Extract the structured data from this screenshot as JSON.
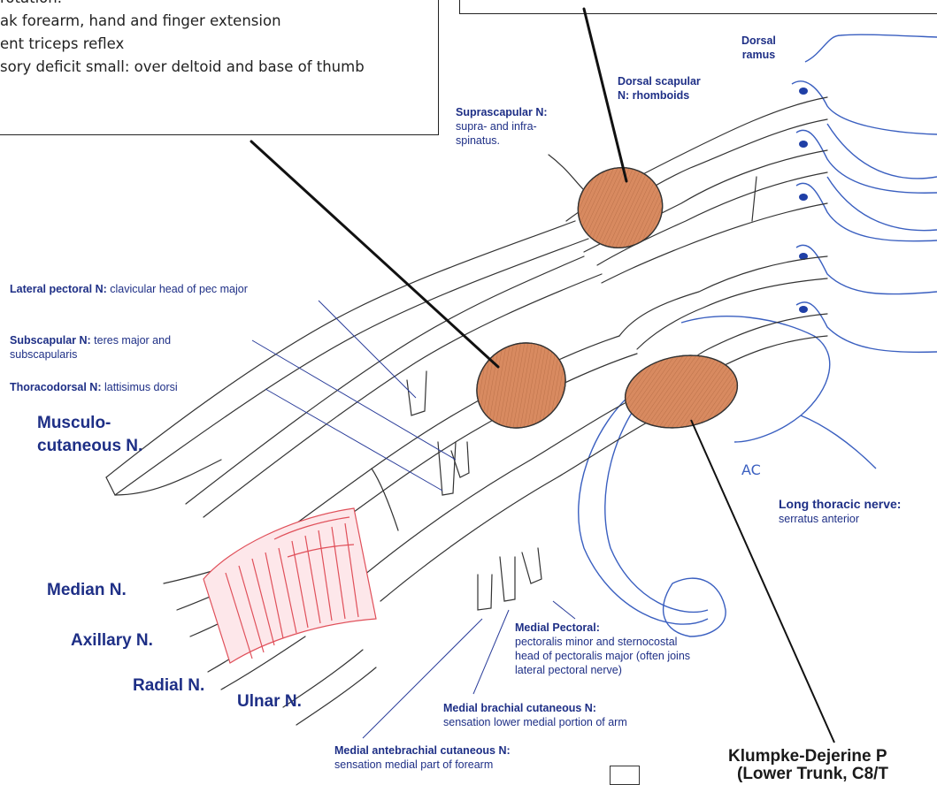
{
  "callout_upper": {
    "lines": [
      "rotation.",
      "ak forearm, hand and finger extension",
      "ent triceps reflex",
      "sory deficit small: over deltoid and base of thumb"
    ]
  },
  "labels": {
    "dorsal_ramus": "Dorsal\nramus",
    "dorsal_scapular": {
      "name": "Dorsal scapular",
      "desc": "N: rhomboids"
    },
    "suprascapular": {
      "name": "Suprascapular N:",
      "desc": "supra- and infra-\nspinatus."
    },
    "lateral_pectoral": {
      "name": "Lateral pectoral N:",
      "desc": "clavicular head of pec major"
    },
    "subscapular": {
      "name": "Subscapular N:",
      "desc": "teres major and\nsubscapularis"
    },
    "thoracodorsal": {
      "name": "Thoracodorsal N:",
      "desc": "lattisimus dorsi"
    },
    "musculocutaneous": "Musculo-\ncutaneous N.",
    "median": "Median N.",
    "axillary": "Axillary N.",
    "radial": "Radial N.",
    "ulnar": "Ulnar N.",
    "long_thoracic": {
      "name": "Long thoracic nerve:",
      "desc": "serratus anterior"
    },
    "medial_pectoral": {
      "name": "Medial Pectoral:",
      "desc": "pectoralis minor and sternocostal\nhead of pectoralis major (often joins\nlateral pectoral nerve)"
    },
    "medial_brachial": {
      "name": "Medial brachial cutaneous N:",
      "desc": "sensation lower medial portion of arm"
    },
    "medial_antebrachial": {
      "name": "Medial antebrachial cutaneous N:",
      "desc": "sensation medial part of forearm"
    },
    "ac": "AC"
  },
  "title": {
    "line1": "Klumpke-Dejerine P",
    "line2": "(Lower Trunk, C8/T"
  },
  "colors": {
    "nerve_outline": "#333333",
    "label_blue": "#1e2f86",
    "spine_blue": "#3a5fc0",
    "lesion_fill": "#d88a60",
    "artery_red": "#e0505a"
  }
}
